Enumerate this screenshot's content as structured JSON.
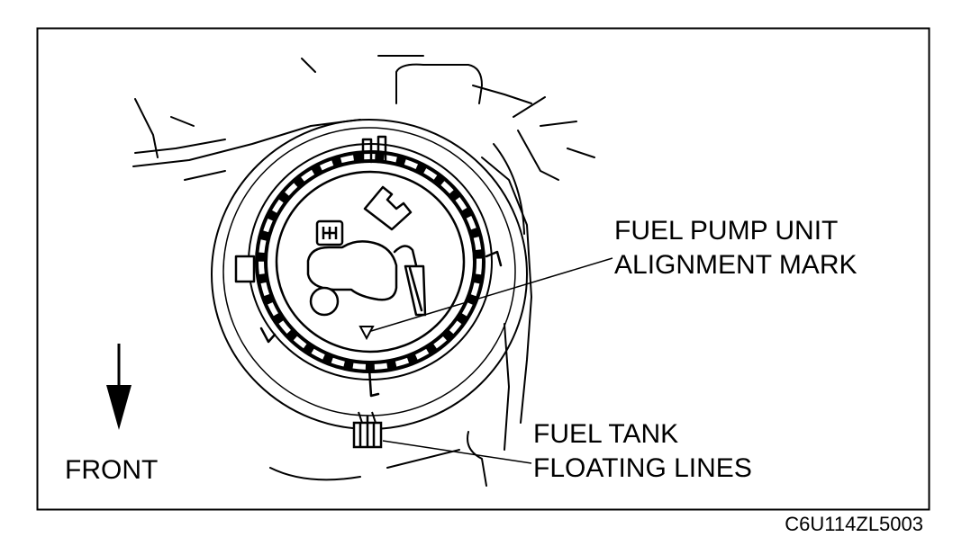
{
  "labels": {
    "pump_mark_line1": "FUEL PUMP UNIT",
    "pump_mark_line2": "ALIGNMENT MARK",
    "tank_lines_line1": "FUEL TANK",
    "tank_lines_line2": "FLOATING LINES",
    "front": "FRONT"
  },
  "figure_code": "C6U114ZL5003",
  "icons": {
    "direction_arrow": "arrow-down-icon",
    "alignment_mark": "triangle-down-icon"
  }
}
